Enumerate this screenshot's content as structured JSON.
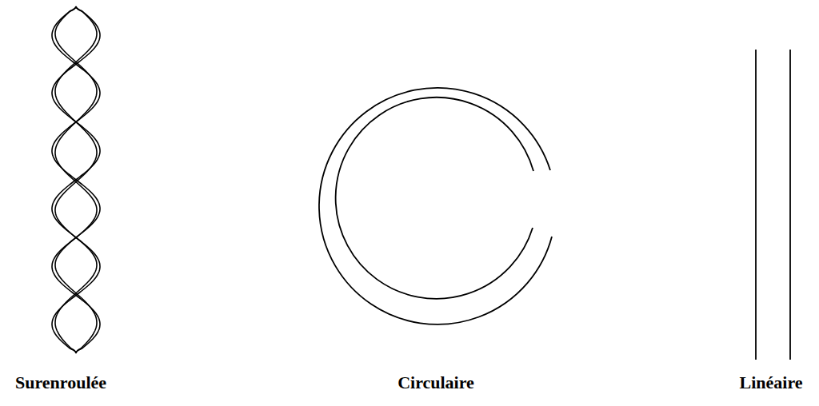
{
  "diagram": {
    "labels": [
      "Surenroulée",
      "Circulaire",
      "Linéaire"
    ]
  }
}
